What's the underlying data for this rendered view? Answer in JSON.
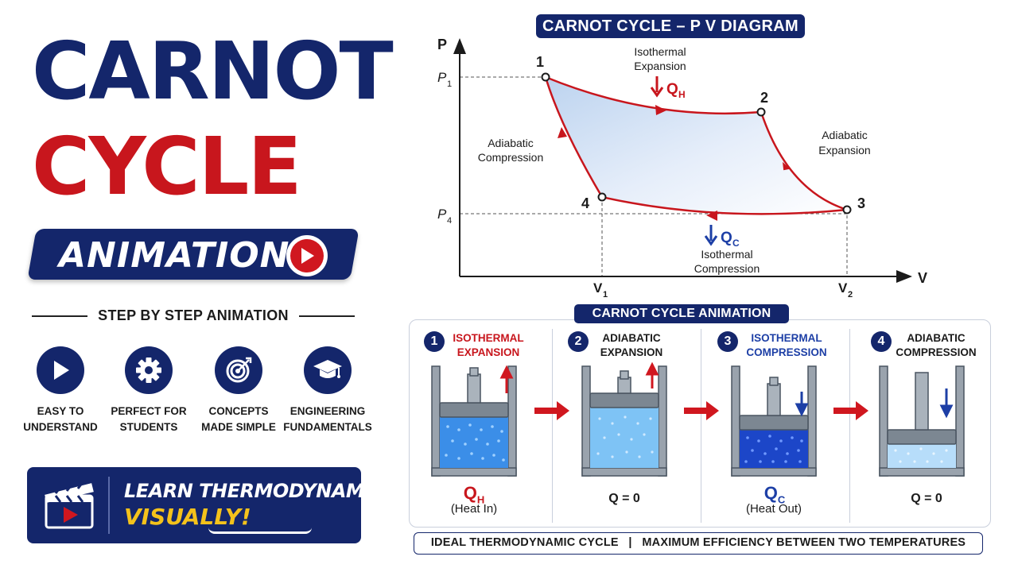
{
  "title": {
    "line1": "CARNOT",
    "line2": "CYCLE",
    "banner": "ANIMATION"
  },
  "steps_heading": "STEP BY STEP ANIMATION",
  "features": [
    {
      "icon": "play-icon",
      "label_line1": "EASY TO",
      "label_line2": "UNDERSTAND"
    },
    {
      "icon": "gear-icon",
      "label_line1": "PERFECT FOR",
      "label_line2": "STUDENTS"
    },
    {
      "icon": "target-icon",
      "label_line1": "CONCEPTS",
      "label_line2": "MADE SIMPLE"
    },
    {
      "icon": "graduation-cap-icon",
      "label_line1": "ENGINEERING",
      "label_line2": "FUNDAMENTALS"
    }
  ],
  "learn": {
    "icon": "clapperboard-icon",
    "line1": "LEARN THERMODYNAMICS",
    "line2": "VISUALLY!"
  },
  "pv_diagram": {
    "title": "CARNOT CYCLE – P V DIAGRAM",
    "y_axis": "P",
    "x_axis": "V",
    "p1": "P",
    "p1_sub": "1",
    "p4": "P",
    "p4_sub": "4",
    "v1": "V",
    "v1_sub": "1",
    "v2": "V",
    "v2_sub": "2",
    "points": [
      "1",
      "2",
      "3",
      "4"
    ],
    "process_12": [
      "Isothermal",
      "Expansion"
    ],
    "process_23": [
      "Adiabatic",
      "Expansion"
    ],
    "process_34": [
      "Isothermal",
      "Compression"
    ],
    "process_41": [
      "Adiabatic",
      "Compression"
    ],
    "qh": "Q",
    "qh_sub": "H",
    "qc": "Q",
    "qc_sub": "C"
  },
  "animation": {
    "title": "CARNOT CYCLE ANIMATION",
    "stages": [
      {
        "num": "1",
        "line1": "ISOTHERMAL",
        "line2": "EXPANSION",
        "color": "#c8161d",
        "q_main": "Q",
        "q_sub": "H",
        "q_desc": "(Heat In)"
      },
      {
        "num": "2",
        "line1": "ADIABATIC",
        "line2": "EXPANSION",
        "color": "#1b1b1b",
        "q_zero": "Q = 0"
      },
      {
        "num": "3",
        "line1": "ISOTHERMAL",
        "line2": "COMPRESSION",
        "color": "#1d3fa6",
        "q_main": "Q",
        "q_sub": "C",
        "q_desc": "(Heat Out)"
      },
      {
        "num": "4",
        "line1": "ADIABATIC",
        "line2": "COMPRESSION",
        "color": "#1b1b1b",
        "q_zero": "Q = 0"
      }
    ]
  },
  "footer": "IDEAL THERMODYNAMIC CYCLE   |   MAXIMUM EFFICIENCY BETWEEN TWO TEMPERATURES",
  "colors": {
    "navy": "#14266b",
    "red": "#c8161d",
    "blue": "#1d3fa6",
    "yellow": "#f4c21b"
  }
}
